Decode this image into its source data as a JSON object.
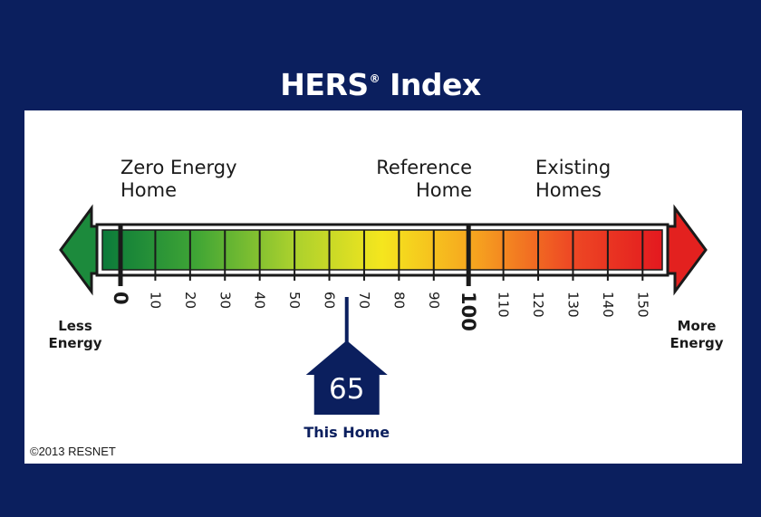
{
  "title": "HERS",
  "title_suffix": "Index",
  "title_mark": "®",
  "labels": {
    "zero_line1": "Zero Energy",
    "zero_line2": "Home",
    "reference_line1": "Reference",
    "reference_line2": "Home",
    "existing_line1": "Existing",
    "existing_line2": "Homes",
    "less_line1": "Less",
    "less_line2": "Energy",
    "more_line1": "More",
    "more_line2": "Energy"
  },
  "scale": {
    "min": 0,
    "max": 160,
    "ticks": [
      0,
      10,
      20,
      30,
      40,
      50,
      60,
      70,
      80,
      90,
      100,
      110,
      120,
      130,
      140,
      150
    ],
    "bold_ticks": [
      0,
      100
    ],
    "gradient_colors": [
      "#0b7a3a",
      "#3fa535",
      "#a6cf2e",
      "#f5e61e",
      "#f6a31f",
      "#ee4a24",
      "#e3191f"
    ]
  },
  "home": {
    "score": "65",
    "score_value": 65,
    "label": "This Home",
    "color": "#0b1f5e"
  },
  "copyright": "©2013 RESNET",
  "colors": {
    "background": "#0b1f5e",
    "left_arrow": "#1c8a3c",
    "right_arrow": "#e3211f"
  }
}
